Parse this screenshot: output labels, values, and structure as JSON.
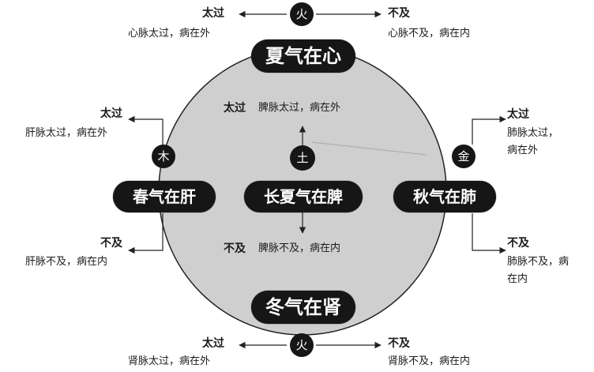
{
  "summer": {
    "title": "夏气在心",
    "element": "火",
    "excess_label": "太过",
    "excess_desc": "心脉太过，病在外",
    "deficient_label": "不及",
    "deficient_desc": "心脉不及，病在内"
  },
  "spring": {
    "title": "春气在肝",
    "element": "木",
    "excess_label": "太过",
    "excess_desc": "肝脉太过，病在外",
    "deficient_label": "不及",
    "deficient_desc": "肝脉不及，病在内"
  },
  "late_summer": {
    "title": "长夏气在脾",
    "element": "土",
    "excess_label": "太过",
    "excess_desc": "脾脉太过，病在外",
    "deficient_label": "不及",
    "deficient_desc": "脾脉不及，病在内"
  },
  "autumn": {
    "title": "秋气在肺",
    "element": "金",
    "excess_label": "太过",
    "excess_desc_line1": "肺脉太过，",
    "excess_desc_line2": "病在外",
    "deficient_label": "不及",
    "deficient_desc_line1": "肺脉不及，病",
    "deficient_desc_line2": "在内"
  },
  "winter": {
    "title": "冬气在肾",
    "element": "火",
    "excess_label": "太过",
    "excess_desc": "肾脉太过，病在外",
    "deficient_label": "不及",
    "deficient_desc": "肾脉不及，病在内"
  },
  "colors": {
    "circle_fill": "#cfcfcf",
    "pill_fill": "#161616",
    "line": "#222222"
  }
}
